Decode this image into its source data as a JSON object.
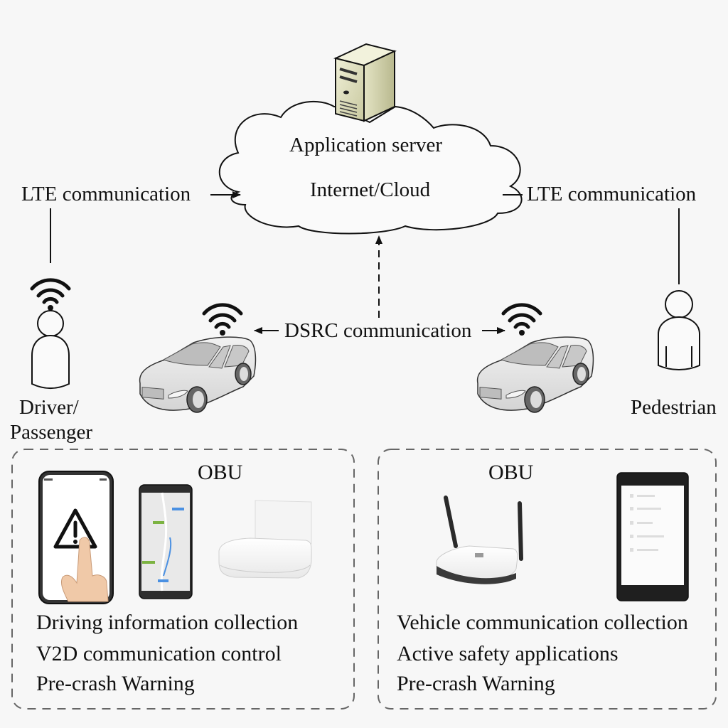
{
  "cloud": {
    "server_label": "Application server",
    "cloud_label": "Internet/Cloud"
  },
  "links": {
    "lte_left": "LTE communication",
    "lte_right": "LTE communication",
    "dsrc": "DSRC communication"
  },
  "actors": {
    "driver_label_line1": "Driver/",
    "driver_label_line2": "Passenger",
    "pedestrian_label": "Pedestrian"
  },
  "obu_left": {
    "title": "OBU",
    "features": [
      "Driving information collection",
      "V2D communication control",
      "Pre-crash Warning"
    ]
  },
  "obu_right": {
    "title": "OBU",
    "features": [
      "Vehicle communication collection",
      "Active safety applications",
      "Pre-crash Warning"
    ]
  },
  "colors": {
    "background": "#f7f7f7",
    "line": "#111111",
    "dashed_border": "#666666",
    "car_body": "#e6e6e6",
    "server_body": "#dcdcb8",
    "map_green": "#7cb342",
    "map_blue": "#4a90e2"
  }
}
